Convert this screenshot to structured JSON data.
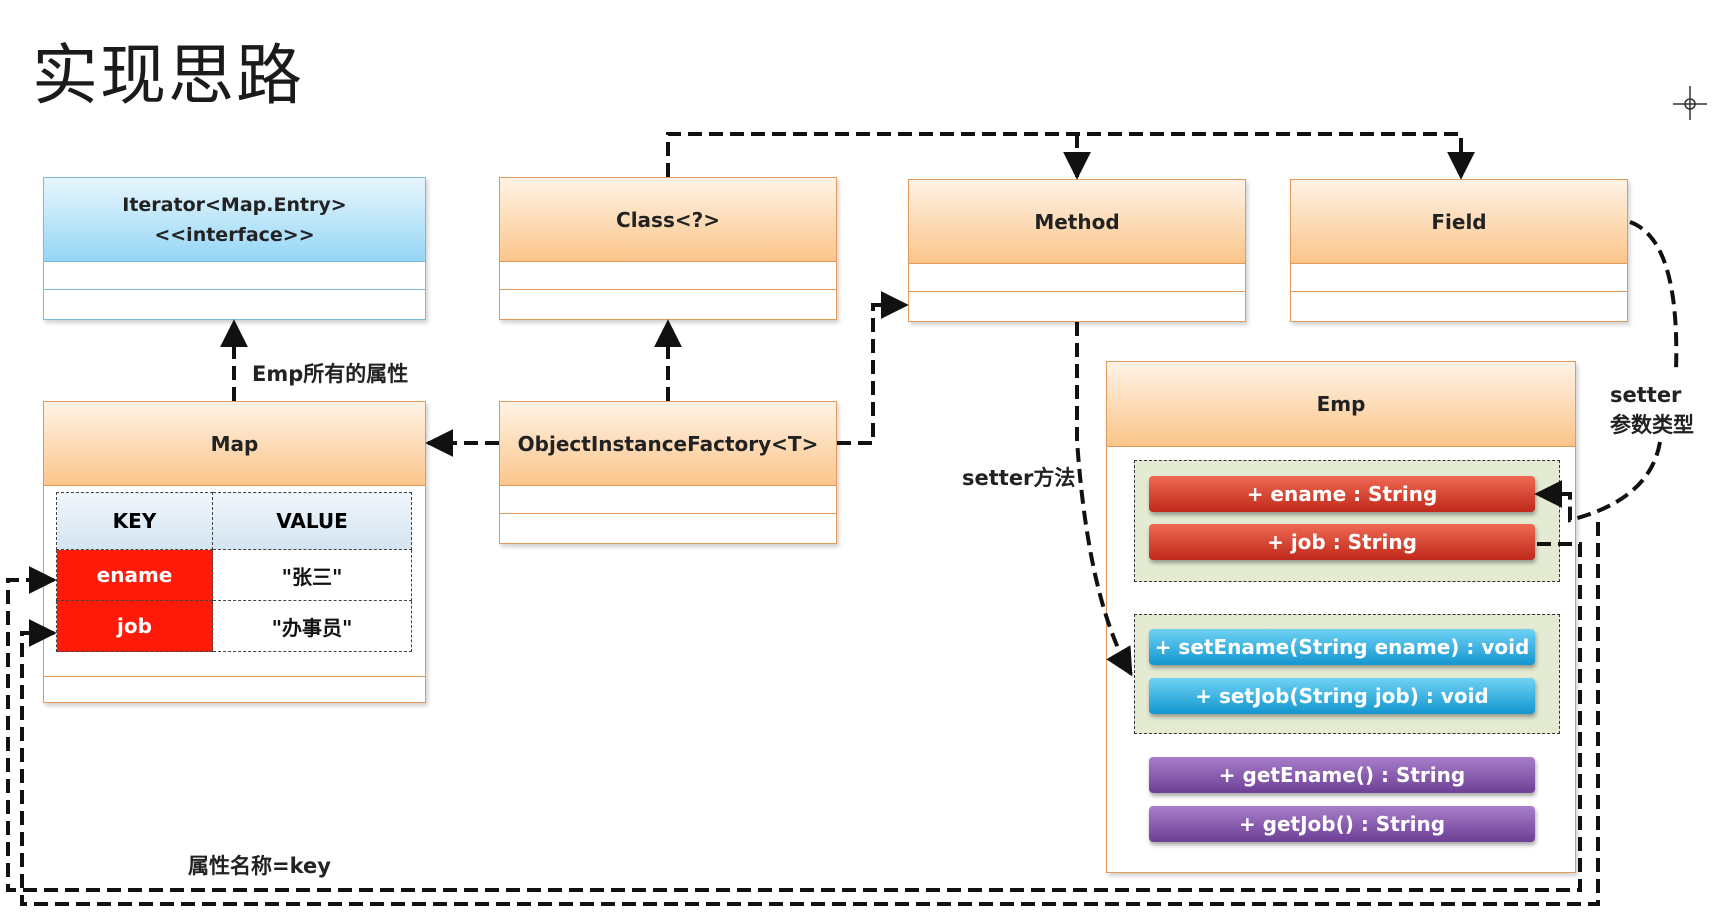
{
  "title": "实现思路",
  "boxes": {
    "iterator": {
      "line1": "Iterator<Map.Entry>",
      "line2": "<<interface>>"
    },
    "class": {
      "name": "Class<?>"
    },
    "method": {
      "name": "Method"
    },
    "field": {
      "name": "Field"
    },
    "map": {
      "name": "Map"
    },
    "factory": {
      "name": "ObjectInstanceFactory<T>"
    },
    "emp": {
      "name": "Emp"
    }
  },
  "map_table": {
    "headers": [
      "KEY",
      "VALUE"
    ],
    "rows": [
      {
        "key": "ename",
        "value": "\"张三\""
      },
      {
        "key": "job",
        "value": "\"办事员\""
      }
    ]
  },
  "emp_members": {
    "fields": [
      "+ ename : String",
      "+ job : String"
    ],
    "setters": [
      "+ setEname(String ename) : void",
      "+ setJob(String job) : void"
    ],
    "getters": [
      "+ getEname() : String",
      "+ getJob() : String"
    ]
  },
  "labels": {
    "emp_attrs": "Emp所有的属性",
    "setter_method": "setter方法",
    "setter_param_line1": "setter",
    "setter_param_line2": "参数类型",
    "attr_name_key": "属性名称=key"
  },
  "colors": {
    "header_orange": "#fbc58a",
    "header_blue": "#94d6f6",
    "key_red": "#ff1a0a",
    "field_red": "#d9402e",
    "setter_cyan": "#24a8dc",
    "getter_purple": "#7e52a6"
  }
}
